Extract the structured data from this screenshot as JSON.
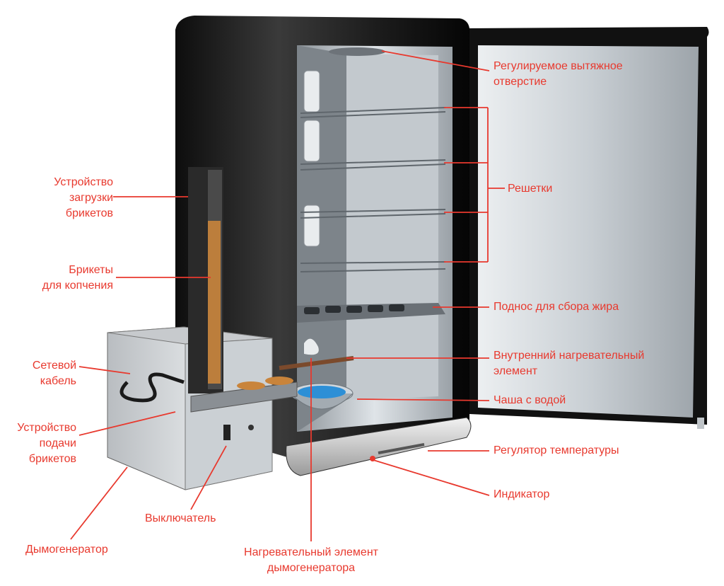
{
  "colors": {
    "label": "#e8392e",
    "leader": "#e8392e",
    "body": "#1a1a1a",
    "interior": "#cfd5da",
    "steel": "#a9adb1"
  },
  "labels": {
    "vent": {
      "lines": [
        "Регулируемое вытяжное",
        "отверстие"
      ]
    },
    "racks": {
      "lines": [
        "Решетки"
      ]
    },
    "grease_tray": {
      "lines": [
        "Поднос для сбора жира"
      ]
    },
    "inner_heater": {
      "lines": [
        "Внутренний нагревательный",
        "элемент"
      ]
    },
    "water_bowl": {
      "lines": [
        "Чаша с водой"
      ]
    },
    "temp_regulator": {
      "lines": [
        "Регулятор температуры"
      ]
    },
    "indicator": {
      "lines": [
        "Индикатор"
      ]
    },
    "briquette_loader": {
      "lines": [
        "Устройство",
        "загрузки",
        "брикетов"
      ]
    },
    "briquettes": {
      "lines": [
        "Брикеты",
        "для копчения"
      ]
    },
    "power_cable": {
      "lines": [
        "Сетевой",
        "кабель"
      ]
    },
    "briquette_feeder": {
      "lines": [
        "Устройство",
        "подачи",
        "брикетов"
      ]
    },
    "switch": {
      "lines": [
        "Выключатель"
      ]
    },
    "smoke_generator": {
      "lines": [
        "Дымогенератор"
      ]
    },
    "smoke_heater": {
      "lines": [
        "Нагревательный элемент",
        "дымогенератора"
      ]
    }
  }
}
